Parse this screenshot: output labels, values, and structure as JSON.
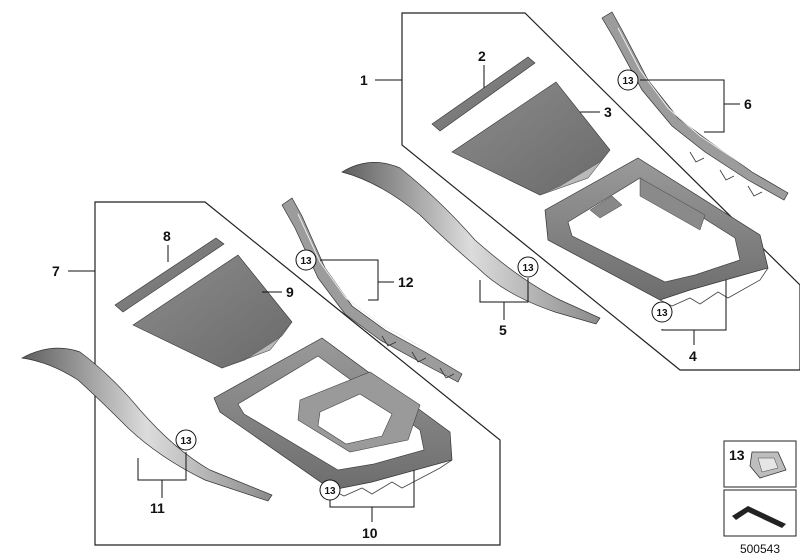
{
  "diagram": {
    "parts": {
      "p1": "1",
      "p2": "2",
      "p3": "3",
      "p4": "4",
      "p5": "5",
      "p6": "6",
      "p7": "7",
      "p8": "8",
      "p9": "9",
      "p10": "10",
      "p11": "11",
      "p12": "12"
    },
    "clip_label": "13",
    "legend_label": "13",
    "reference_number": "500543",
    "colors": {
      "panel_dark": "#7d7d7d",
      "panel_mid": "#9a9a9a",
      "panel_light": "#cfcfcf",
      "outline": "#222222"
    }
  }
}
